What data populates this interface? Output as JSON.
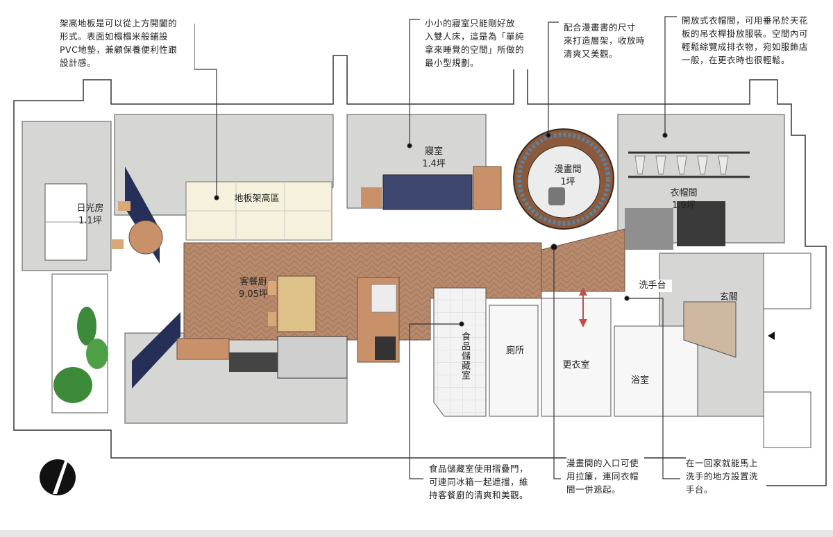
{
  "callouts": {
    "raised_floor": "架高地板是可以從上方開闔的\n形式。表面如榻榻米般鋪設\nPVC地墊，兼顧保養便利性跟\n設計感。",
    "bedroom": "小小的寢室只能剛好放\n入雙人床，這是為「單純\n拿來睡覺的空間」所做的\n最小型規劃。",
    "manga_shelf": "配合漫畫書的尺寸\n來打造層架，收放時\n清爽又美觀。",
    "closet": "開放式衣帽間，可用垂吊於天花\n板的吊衣桿掛放服裝。空間內可\n輕鬆綜覽成排衣物，宛如服飾店\n一般，在更衣時也很輕鬆。",
    "pantry": "食品儲藏室使用摺疊門，\n可連同冰箱一起遮擋，維\n持客餐廚的清爽和美觀。",
    "manga_entrance": "漫畫間的入口可使\n用拉簾，連同衣帽\n間一併遮起。",
    "washbasin": "在一回家就能馬上\n洗手的地方設置洗\n手台。"
  },
  "rooms": {
    "sunroom": "日光房\n1.1坪",
    "raised_area": "地板架高區",
    "bedroom": "寢室\n1.4坪",
    "manga_room": "漫畫間\n1坪",
    "closet": "衣帽間\n1.9坪",
    "living": "客餐廚\n9.05坪",
    "pantry": "食品儲藏室",
    "toilet": "廁所",
    "dressing": "更衣室",
    "bathroom": "浴室",
    "washbasin": "洗手台",
    "entrance": "玄關"
  },
  "colors": {
    "wall": "#ffffff",
    "floor_gray": "#d6d6d4",
    "herringbone": "#b88a6c",
    "raised_floor": "#f5f1dc",
    "bed": "#3d4770",
    "window_navy": "#262f58",
    "plant": "#3e8a3b",
    "arrow": "#c0504d"
  }
}
